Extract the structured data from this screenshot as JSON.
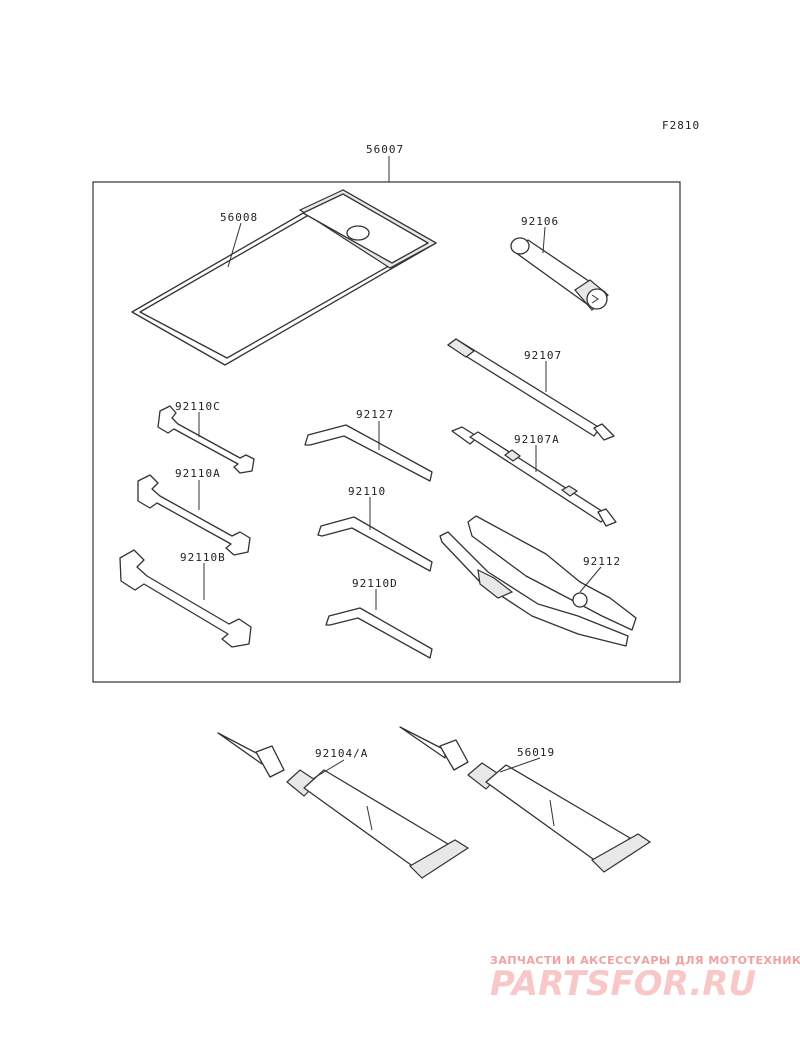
{
  "figure_code": "F2810",
  "callouts": {
    "kit": "56007",
    "case": "56008",
    "socket": "92106",
    "screwdriver_phillips": "92107",
    "screwdriver_flat": "92107A",
    "wrench_c": "92110C",
    "wrench_a": "92110A",
    "wrench_b": "92110B",
    "hex_key_large": "92127",
    "hex_key_medium": "92110",
    "hex_key_small": "92110D",
    "pliers": "92112",
    "tube_left": "92104/A",
    "tube_right": "56019"
  },
  "watermark": {
    "tagline": "ЗАПЧАСТИ И АКСЕССУАРЫ ДЛЯ МОТОТЕХНИКИ",
    "logo": "PARTSFOR.RU"
  }
}
